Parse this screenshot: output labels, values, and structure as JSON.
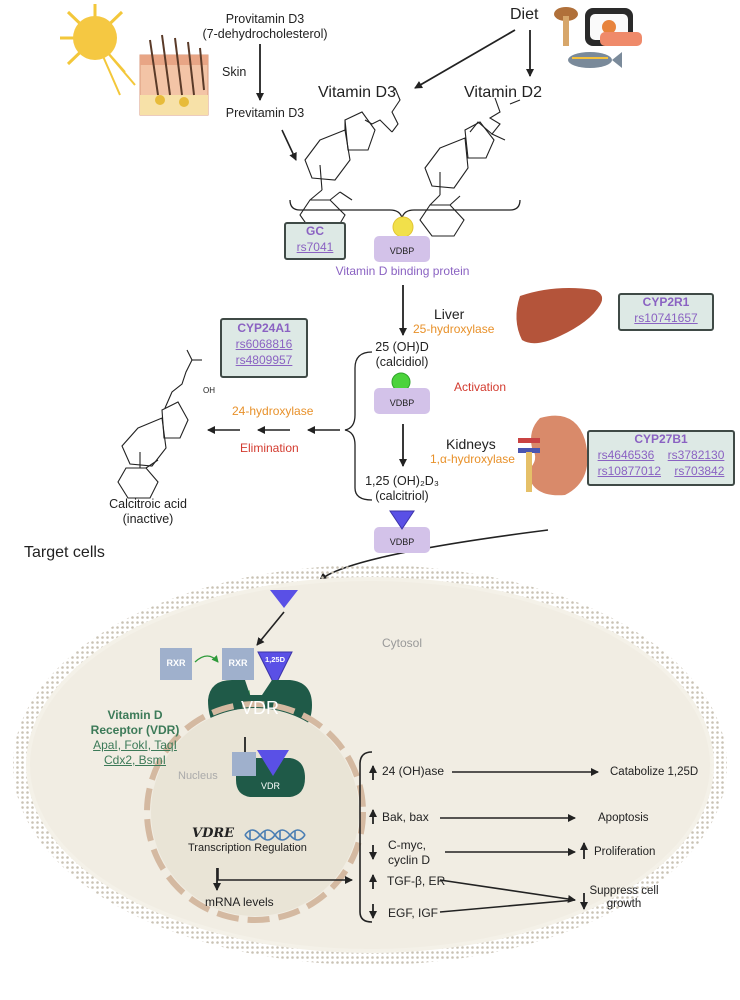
{
  "top": {
    "provitamin": "Provitamin D3",
    "provitamin_sub": "(7-dehydrocholesterol)",
    "skin": "Skin",
    "previtamin": "Previtamin D3",
    "diet": "Diet",
    "vitd3": "Vitamin D3",
    "vitd2": "Vitamin D2"
  },
  "gc": {
    "title": "GC",
    "snps": [
      "rs7041"
    ]
  },
  "vdbp_label": "VDBP",
  "vdbp_caption": "Vitamin D binding protein",
  "liver": {
    "label": "Liver",
    "enzyme": "25-hydroxylase"
  },
  "cyp2r1": {
    "title": "CYP2R1",
    "snps": [
      "rs10741657"
    ]
  },
  "calcidiol": {
    "line1": "25 (OH)D",
    "line2": "(calcidiol)"
  },
  "activation": "Activation",
  "kidneys": {
    "label": "Kidneys",
    "enzyme": "1,α-hydroxylase"
  },
  "cyp27b1": {
    "title": "CYP27B1",
    "snps": [
      "rs4646536",
      "rs3782130",
      "rs10877012",
      "rs703842"
    ]
  },
  "calcitriol": {
    "line1": "1,25 (OH)₂D₃",
    "line2": "(calcitriol)"
  },
  "cyp24a1": {
    "title": "CYP24A1",
    "snps": [
      "rs6068816",
      "rs4809957"
    ]
  },
  "hydroxylase24": "24-hydroxylase",
  "elimination": "Elimination",
  "calcitroic": {
    "line1": "Calcitroic acid",
    "line2": "(inactive)"
  },
  "target_cells": "Target cells",
  "cytosol": "Cytosol",
  "rxr": "RXR",
  "d125": "1,25D",
  "vdr": "VDR",
  "vdr_receptor": {
    "line1": "Vitamin D",
    "line2": "Receptor (VDR)",
    "snps1": "ApaI, FokI, TaqI",
    "snps2": "Cdx2, BsmI"
  },
  "nucleus": "Nucleus",
  "vdre": "VDRE",
  "transcription": "Transcription Regulation",
  "mrna": "mRNA levels",
  "effects": {
    "e1": "24 (OH)ase",
    "e2": "Bak, bax",
    "e3a": "C-myc,",
    "e3b": "cyclin D",
    "e4": "TGF-β, ER",
    "e5": "EGF, IGF"
  },
  "outcomes": {
    "o1": "Catabolize 1,25D",
    "o2": "Apoptosis",
    "o3": "Proliferation",
    "o4a": "Suppress cell",
    "o4b": "growth"
  },
  "colors": {
    "orange": "#e8912a",
    "red": "#d33b2f",
    "purple": "#8a62c2",
    "vdr_green": "#1f5a48",
    "box_fill": "#dde9e5",
    "vdbp": "#d3c2e9",
    "ligand": "#5a50e6"
  }
}
